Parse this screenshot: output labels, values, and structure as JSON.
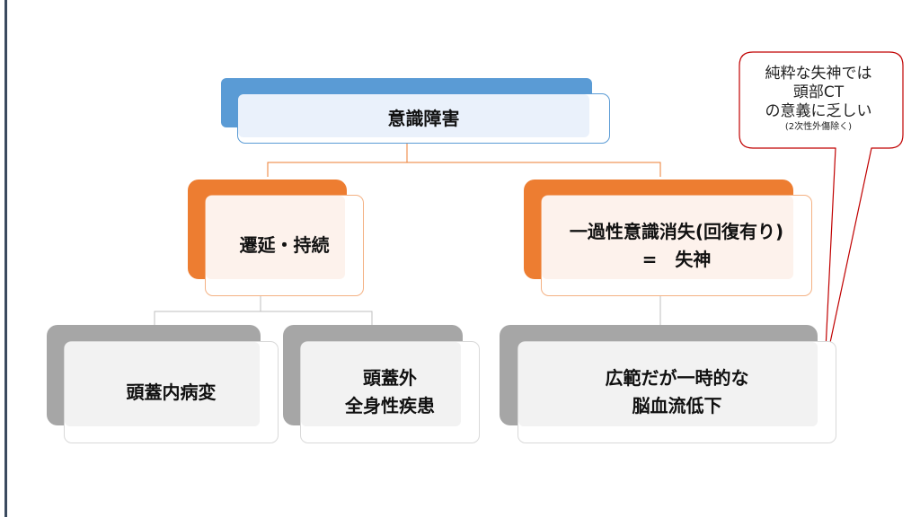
{
  "colors": {
    "blue_accent": "#5a9bd5",
    "orange_accent": "#ed7d31",
    "gray_accent": "#a6a6a6",
    "callout_red": "#c00000"
  },
  "nodes": {
    "root": "意識障害",
    "delayed": "遷延・持続",
    "transient": "一過性意識消失(回復有り)\n=　失神",
    "intracranial": "頭蓋内病変",
    "extracranial": "頭蓋外\n全身性疾患",
    "cerebral_flow": "広範だが一時的な\n脳血流低下"
  },
  "callout": {
    "line1": "純粋な失神では",
    "line2": "頭部CT",
    "line3": "の意義に乏しい",
    "note": "(2次性外傷除く)"
  }
}
